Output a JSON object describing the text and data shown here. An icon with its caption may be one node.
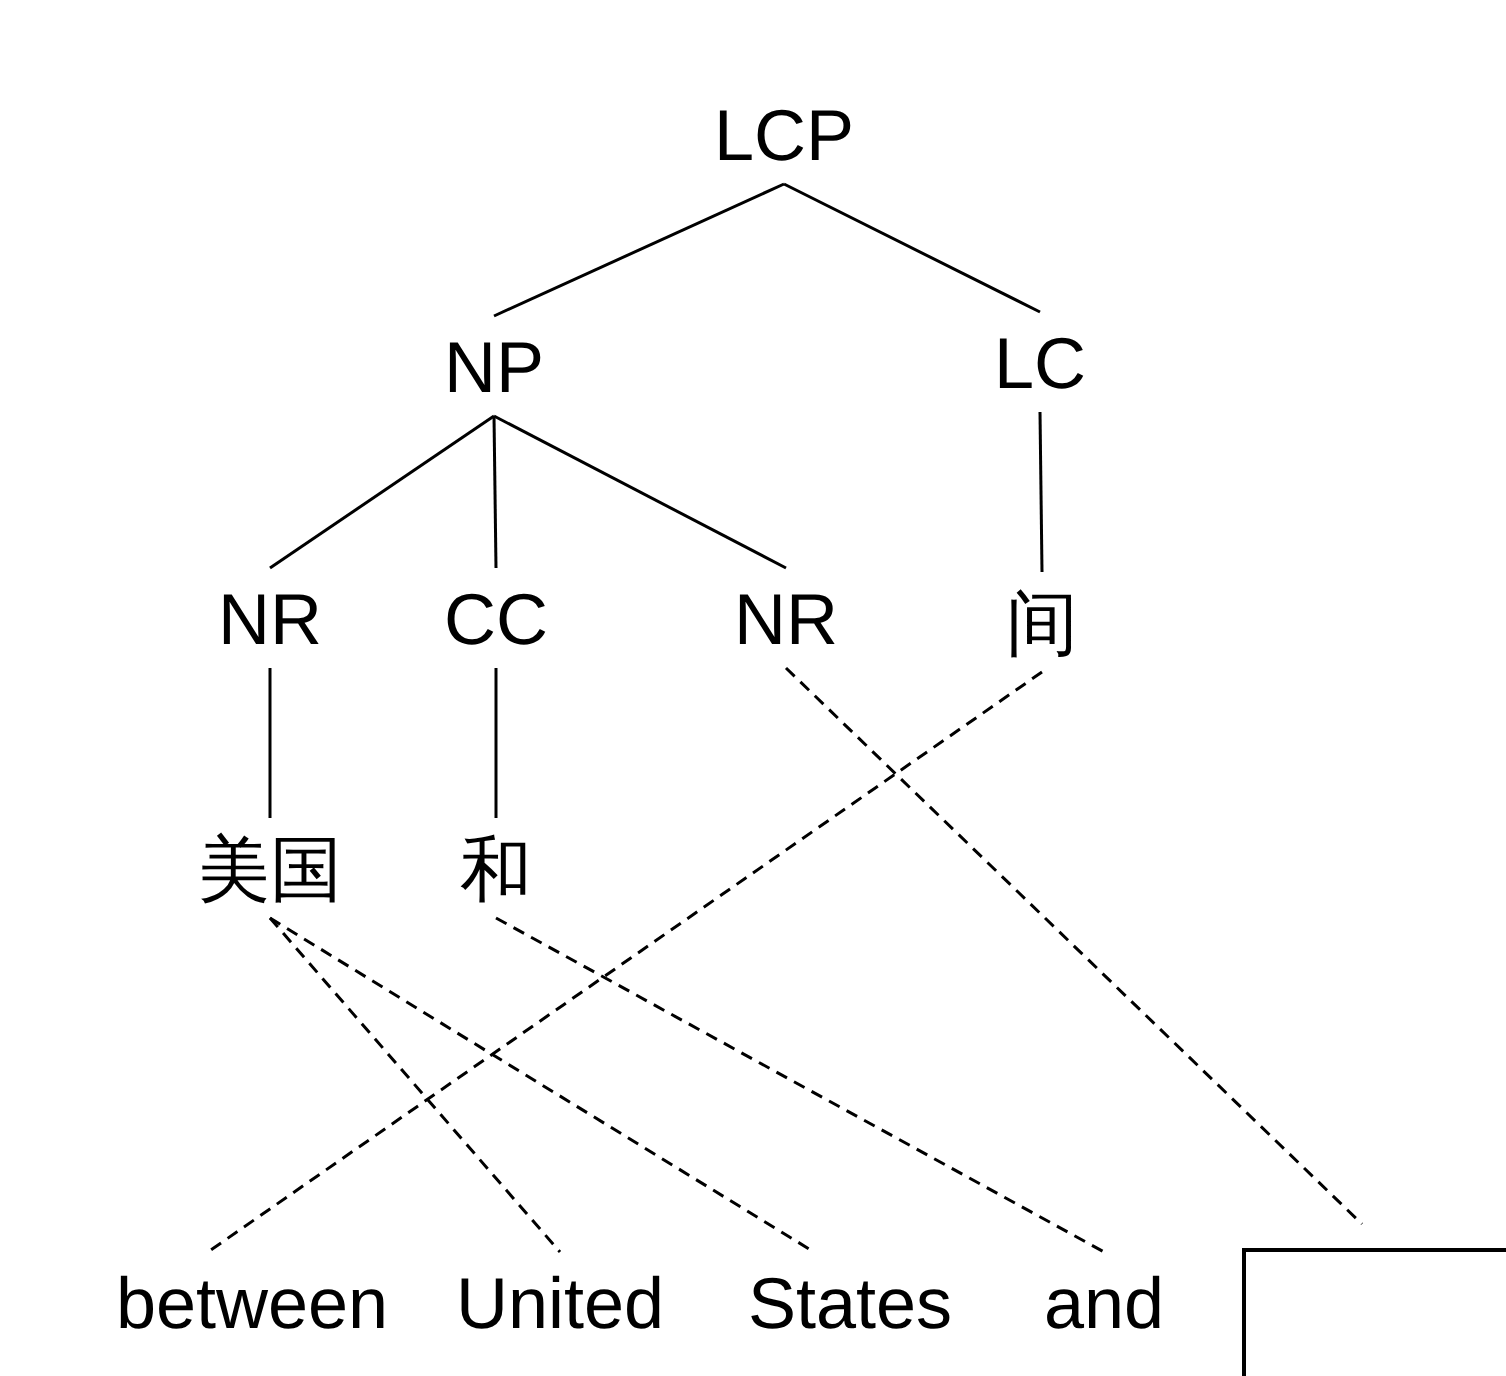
{
  "diagram": {
    "nodes": [
      {
        "text": [
          "LCP"
        ]
      },
      {
        "text": [
          "NP"
        ]
      },
      {
        "text": [
          "LC"
        ]
      },
      {
        "text": [
          "NR"
        ]
      },
      {
        "text": [
          "CC"
        ]
      },
      {
        "text": [
          "NR"
        ]
      },
      {
        "text": [
          "间"
        ]
      },
      {
        "text": [
          "美国"
        ]
      },
      {
        "text": [
          "和"
        ]
      },
      {
        "text": [
          "between"
        ]
      },
      {
        "text": [
          "United"
        ]
      },
      {
        "text": [
          "States"
        ]
      },
      {
        "text": [
          "and"
        ]
      },
      {
        "text": [],
        "shape": "box"
      }
    ],
    "edges": [
      {
        "from": 0,
        "to": 1,
        "arrow": "none"
      },
      {
        "from": 0,
        "to": 2,
        "arrow": "none"
      },
      {
        "from": 1,
        "to": 3,
        "arrow": "none"
      },
      {
        "from": 1,
        "to": 4,
        "arrow": "none"
      },
      {
        "from": 1,
        "to": 5,
        "arrow": "none"
      },
      {
        "from": 2,
        "to": 6,
        "arrow": "none"
      },
      {
        "from": 3,
        "to": 7,
        "arrow": "none"
      },
      {
        "from": 4,
        "to": 8,
        "arrow": "none"
      },
      {
        "from": 6,
        "to": 9,
        "arrow": "none",
        "style": "dashed"
      },
      {
        "from": 5,
        "to": 13,
        "arrow": "none",
        "style": "dashed"
      },
      {
        "from": 7,
        "to": 10,
        "arrow": "none",
        "style": "dashed"
      },
      {
        "from": 7,
        "to": 11,
        "arrow": "none",
        "style": "dashed"
      },
      {
        "from": 8,
        "to": 12,
        "arrow": "none",
        "style": "dashed"
      }
    ]
  }
}
